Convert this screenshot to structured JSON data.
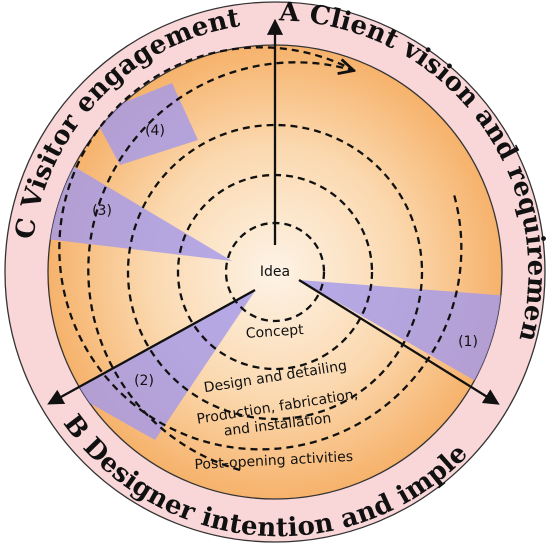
{
  "segments": {
    "a": "A Client vision and requirements",
    "b": "B Designer intention and implementation",
    "c": "C Visitor engagement evaluation"
  },
  "center_label": "Idea",
  "stages": {
    "concept": "Concept",
    "design": "Design and detailing",
    "production_line1": "Production, fabrication,",
    "production_line2": "and installation",
    "post_opening": "Post-opening activities"
  },
  "markers": [
    "(1)",
    "(2)",
    "(3)",
    "(4)"
  ],
  "colors": {
    "outer_ring": "#f9d6d8",
    "disc_center": "#fdf3e6",
    "disc_edge": "#f6b26b",
    "wedge": "#a59ae9"
  }
}
